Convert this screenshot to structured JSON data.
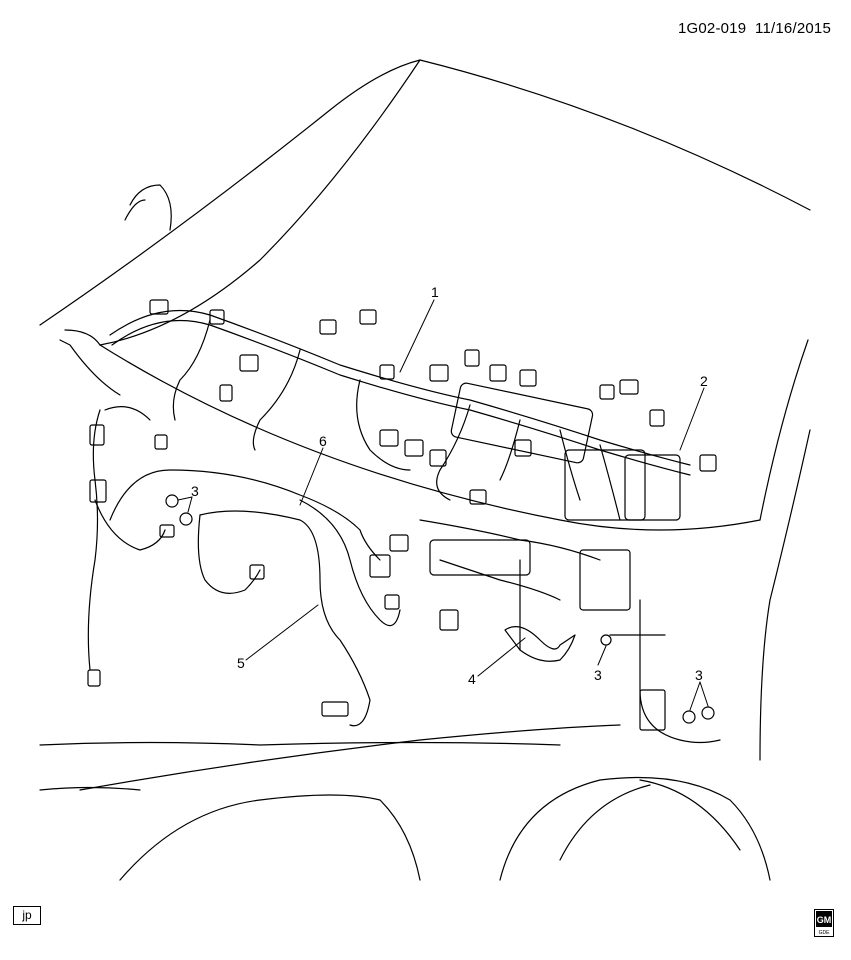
{
  "header": {
    "code": "1G02-019",
    "date": "11/16/2015"
  },
  "callouts": [
    {
      "id": "1",
      "label": "1"
    },
    {
      "id": "2",
      "label": "2"
    },
    {
      "id": "3",
      "label": "3"
    },
    {
      "id": "4",
      "label": "4"
    },
    {
      "id": "5",
      "label": "5"
    },
    {
      "id": "6",
      "label": "6"
    }
  ],
  "footer": {
    "author_tag": "jp",
    "brand_logo": "GM",
    "brand_logo_sub": "GDE"
  }
}
